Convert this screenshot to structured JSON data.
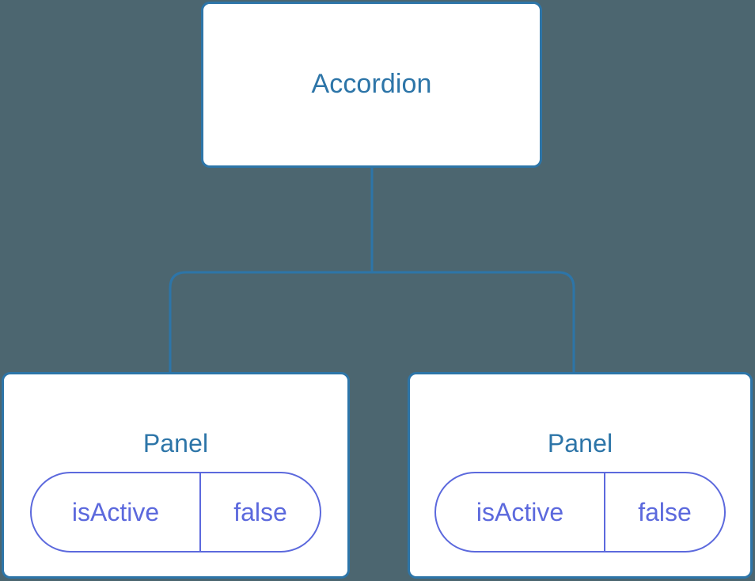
{
  "diagram": {
    "type": "component-tree",
    "background_color": "#4c6670",
    "node_border_color": "#2d75a8",
    "node_fill_color": "#ffffff",
    "title_text_color": "#2d75a8",
    "connector_color": "#2d75a8",
    "state_pill_color": "#5c69dd",
    "root": {
      "label": "Accordion"
    },
    "children": [
      {
        "label": "Panel",
        "state": {
          "key": "isActive",
          "value": "false"
        }
      },
      {
        "label": "Panel",
        "state": {
          "key": "isActive",
          "value": "false"
        }
      }
    ]
  }
}
